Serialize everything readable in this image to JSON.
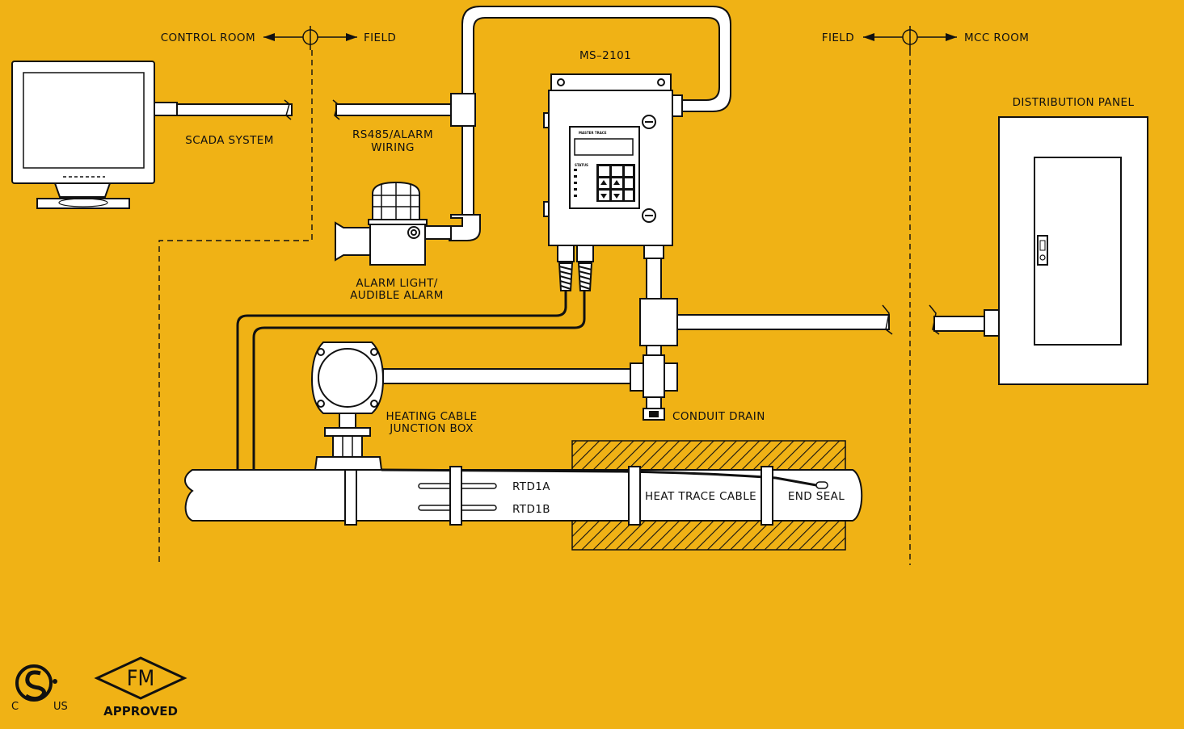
{
  "labels": {
    "control_room": "CONTROL ROOM",
    "field_left": "FIELD",
    "field_right": "FIELD",
    "mcc_room": "MCC ROOM",
    "controller_model": "MS–2101",
    "distribution_panel": "DISTRIBUTION PANEL",
    "scada_system": "SCADA SYSTEM",
    "rs485_line1": "RS485/ALARM",
    "rs485_line2": "WIRING",
    "alarm_line1": "ALARM LIGHT/",
    "alarm_line2": "AUDIBLE ALARM",
    "junction_line1": "HEATING CABLE",
    "junction_line2": "JUNCTION BOX",
    "conduit_drain": "CONDUIT DRAIN",
    "rtd1a": "RTD1A",
    "rtd1b": "RTD1B",
    "heat_trace_cable": "HEAT TRACE CABLE",
    "end_seal": "END SEAL"
  },
  "controller_panel": {
    "brand": "MASTER TRACE",
    "status": "STATUS"
  },
  "logos": {
    "csa_c": "C",
    "csa_us": "US",
    "fm_text": "FM",
    "fm_approved": "APPROVED"
  },
  "colors": {
    "background": "#F0B215",
    "line": "#111111",
    "equipment": "#FFFFFF"
  },
  "icons": [
    "computer-monitor-icon",
    "alarm-beacon-icon",
    "controller-icon",
    "junction-box-icon",
    "distribution-panel-icon",
    "csa-logo",
    "fm-approved-logo"
  ]
}
